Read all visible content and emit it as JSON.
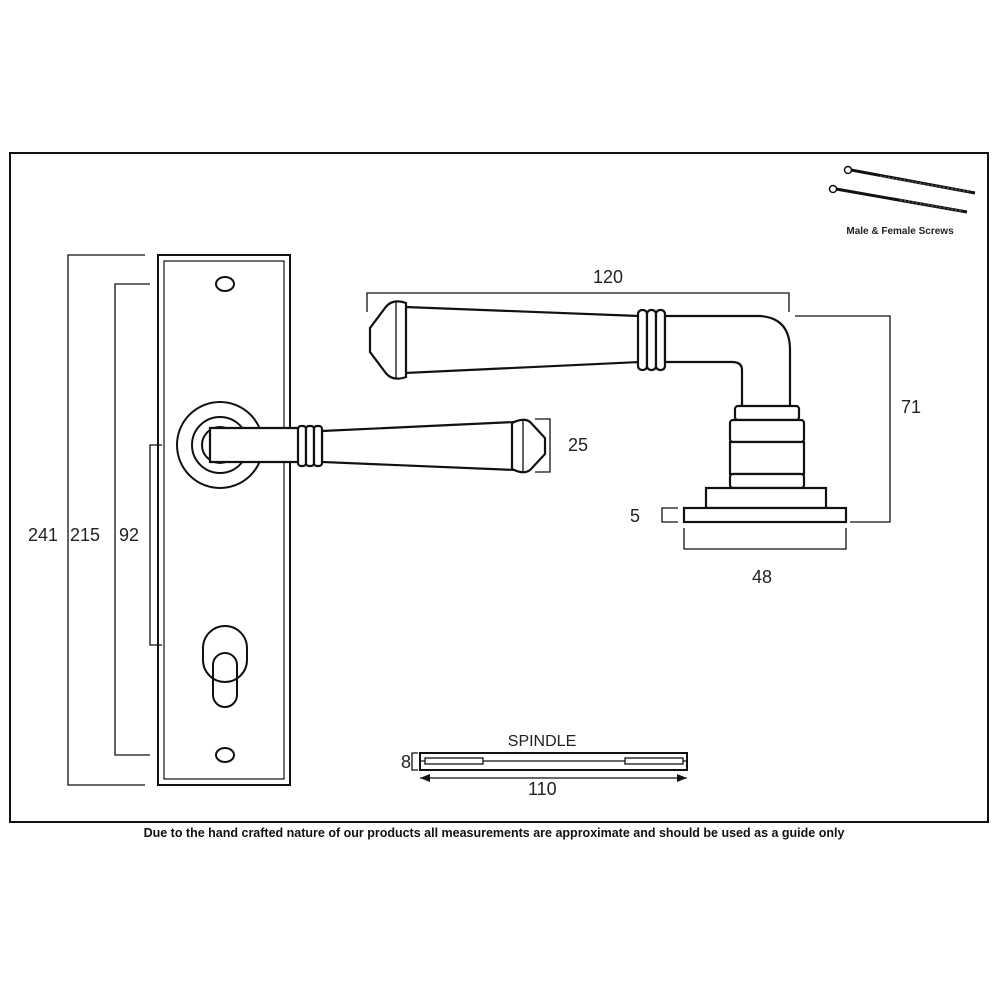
{
  "labels": {
    "screws": "Male & Female Screws",
    "spindle": "SPINDLE",
    "disclaimer": "Due to the hand crafted nature of our products all measurements are approximate and should be used as a guide only"
  },
  "dimensions": {
    "backplate_height": "241",
    "fixing_centres": "215",
    "lever_to_keyhole": "92",
    "lever_thickness": "25",
    "lever_length": "120",
    "lever_projection": "71",
    "rose_thickness": "5",
    "rose_diameter": "48",
    "spindle_size": "8",
    "spindle_length": "110"
  }
}
